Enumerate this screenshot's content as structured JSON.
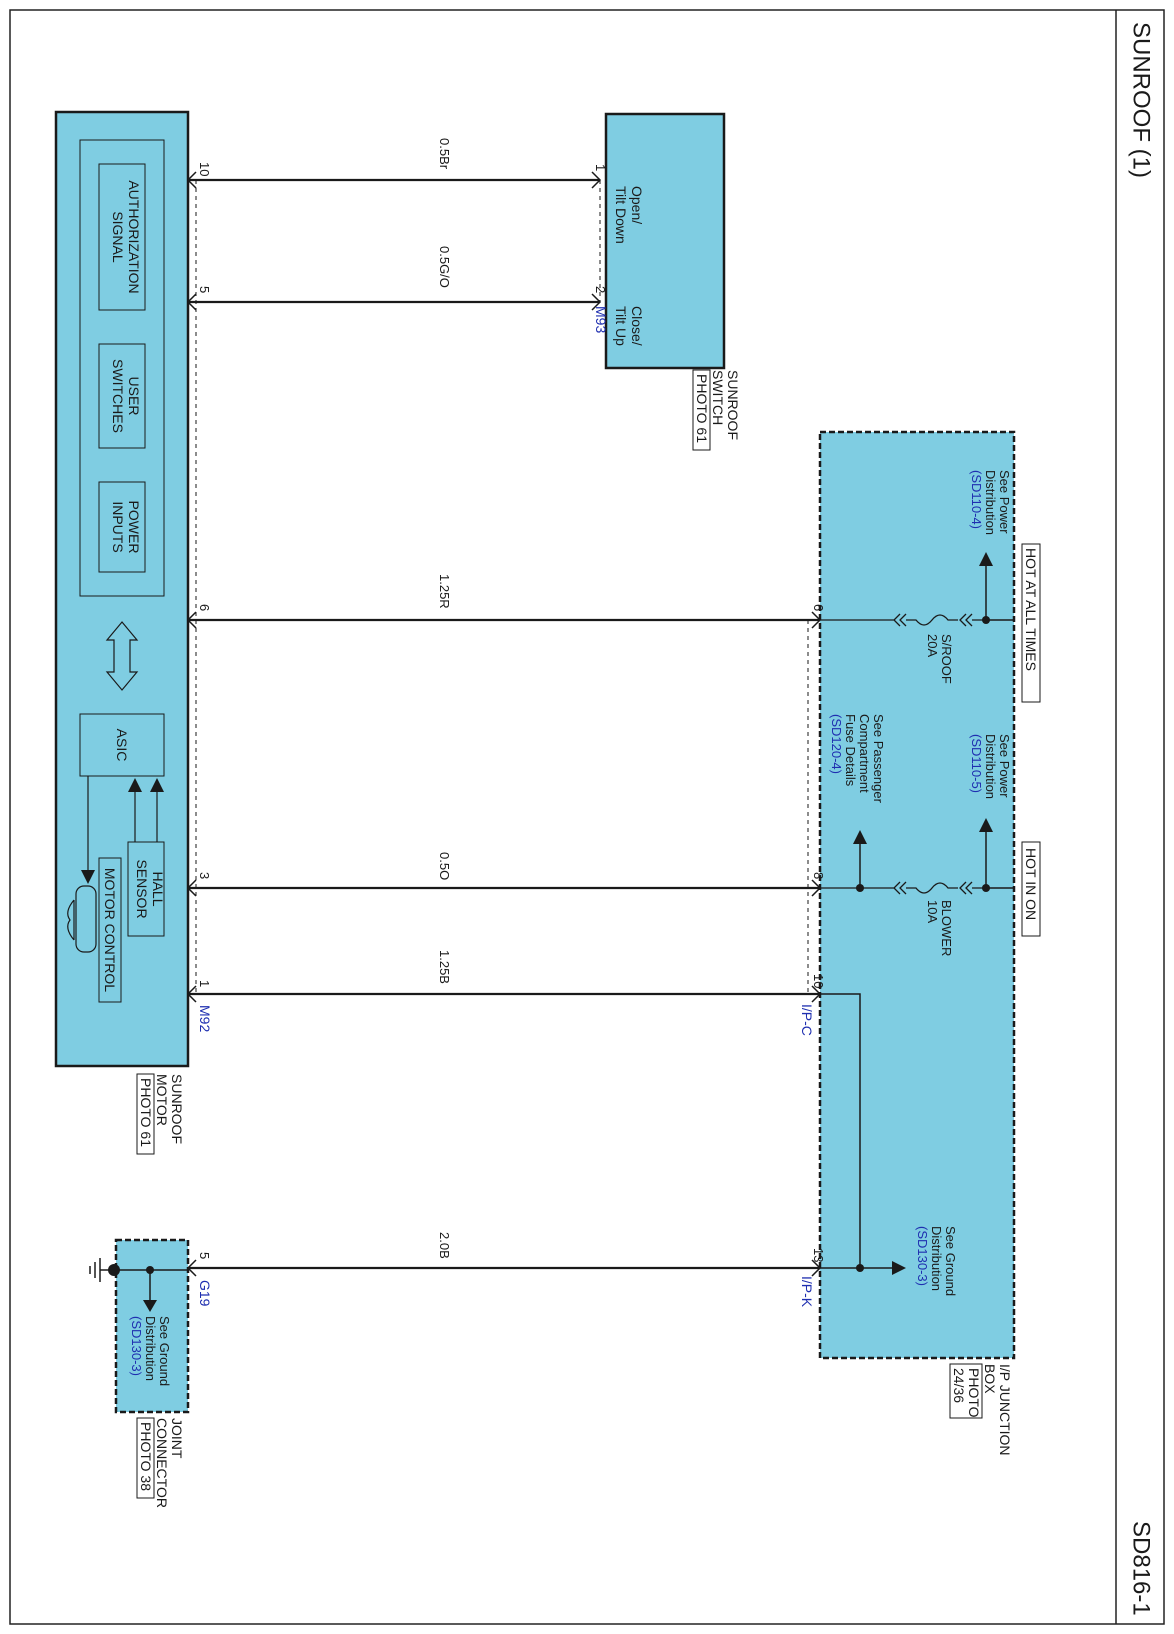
{
  "header": {
    "title": "SUNROOF (1)",
    "code": "SD816-1"
  },
  "colors": {
    "component_fill": "#7fcde2",
    "wire": "#1a1a1a",
    "link_text": "#1f2fb0"
  },
  "wires": [
    {
      "id": "wire-0-5br",
      "label": "0.5Br"
    },
    {
      "id": "wire-0-5go",
      "label": "0.5G/O"
    },
    {
      "id": "wire-1-25r",
      "label": "1.25R"
    },
    {
      "id": "wire-0-5o",
      "label": "0.5O"
    },
    {
      "id": "wire-1-25b",
      "label": "1.25B"
    },
    {
      "id": "wire-2-0b",
      "label": "2.0B"
    }
  ],
  "sunroof_motor": {
    "name_line1": "SUNROOF",
    "name_line2": "MOTOR",
    "photo": "PHOTO 61",
    "connector": "M92",
    "pins": [
      "10",
      "5",
      "6",
      "3",
      "1"
    ],
    "blocks": {
      "authorization_line1": "AUTHORIZATION",
      "authorization_line2": "SIGNAL",
      "user_line1": "USER",
      "user_line2": "SWITCHES",
      "power_line1": "POWER",
      "power_line2": "INPUTS",
      "asic": "ASIC",
      "hall_line1": "HALL",
      "hall_line2": "SENSOR",
      "motor_control": "MOTOR CONTROL"
    }
  },
  "sunroof_switch": {
    "name_line1": "SUNROOF",
    "name_line2": "SWITCH",
    "photo": "PHOTO 61",
    "connector": "M93",
    "pins": [
      "1",
      "2"
    ],
    "pin1_line1": "Open/",
    "pin1_line2": "Tilt Down",
    "pin2_line1": "Close/",
    "pin2_line2": "Tilt Up"
  },
  "junction_box": {
    "name_line1": "I/P JUNCTION",
    "name_line2": "BOX",
    "photo_line1": "PHOTO",
    "photo_line2": "24/36",
    "connector_c": "I/P-C",
    "connector_k": "I/P-K",
    "pins": [
      "6",
      "8",
      "10",
      "13"
    ],
    "hot_at_all_times": "HOT AT ALL TIMES",
    "hot_in_on": "HOT IN ON",
    "fuse_sroof_name": "S/ROOF",
    "fuse_sroof_rating": "20A",
    "fuse_blower_name": "BLOWER",
    "fuse_blower_rating": "10A",
    "ref_power_a_line1": "See Power",
    "ref_power_a_line2": "Distribution",
    "ref_power_a_link": "(SD110-4)",
    "ref_power_b_line1": "See Power",
    "ref_power_b_line2": "Distribution",
    "ref_power_b_link": "(SD110-5)",
    "ref_fuse_line1": "See Passenger",
    "ref_fuse_line2": "Compartment",
    "ref_fuse_line3": "Fuse Details",
    "ref_fuse_link": "(SD120-4)",
    "ref_ground_line1": "See Ground",
    "ref_ground_line2": "Distribution",
    "ref_ground_link": "(SD130-3)"
  },
  "joint_connector": {
    "name_line1": "JOINT",
    "name_line2": "CONNECTOR",
    "photo": "PHOTO 38",
    "connector": "G19",
    "pin": "5",
    "ref_line1": "See Ground",
    "ref_line2": "Distribution",
    "ref_link": "(SD130-3)"
  }
}
